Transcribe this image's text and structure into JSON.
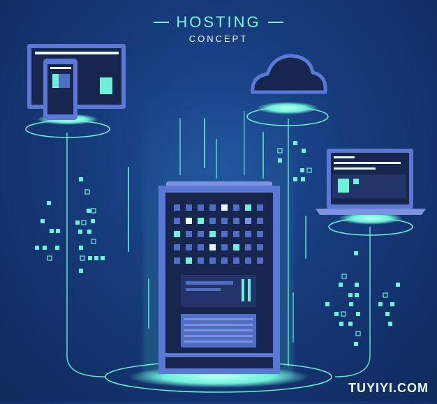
{
  "header": {
    "title": "HOSTING",
    "subtitle": "CONCEPT"
  },
  "watermark": "TUYIYI.COM",
  "colors": {
    "background_top": "#1f4f9a",
    "background_bottom": "#0f2a5c",
    "glow": "#7ff3e1",
    "device_frame": "#5b78d4",
    "device_screen": "#17264f"
  },
  "icons": [
    "desktop-monitor-icon",
    "smartphone-icon",
    "cloud-icon",
    "laptop-icon",
    "server-rack-icon"
  ]
}
